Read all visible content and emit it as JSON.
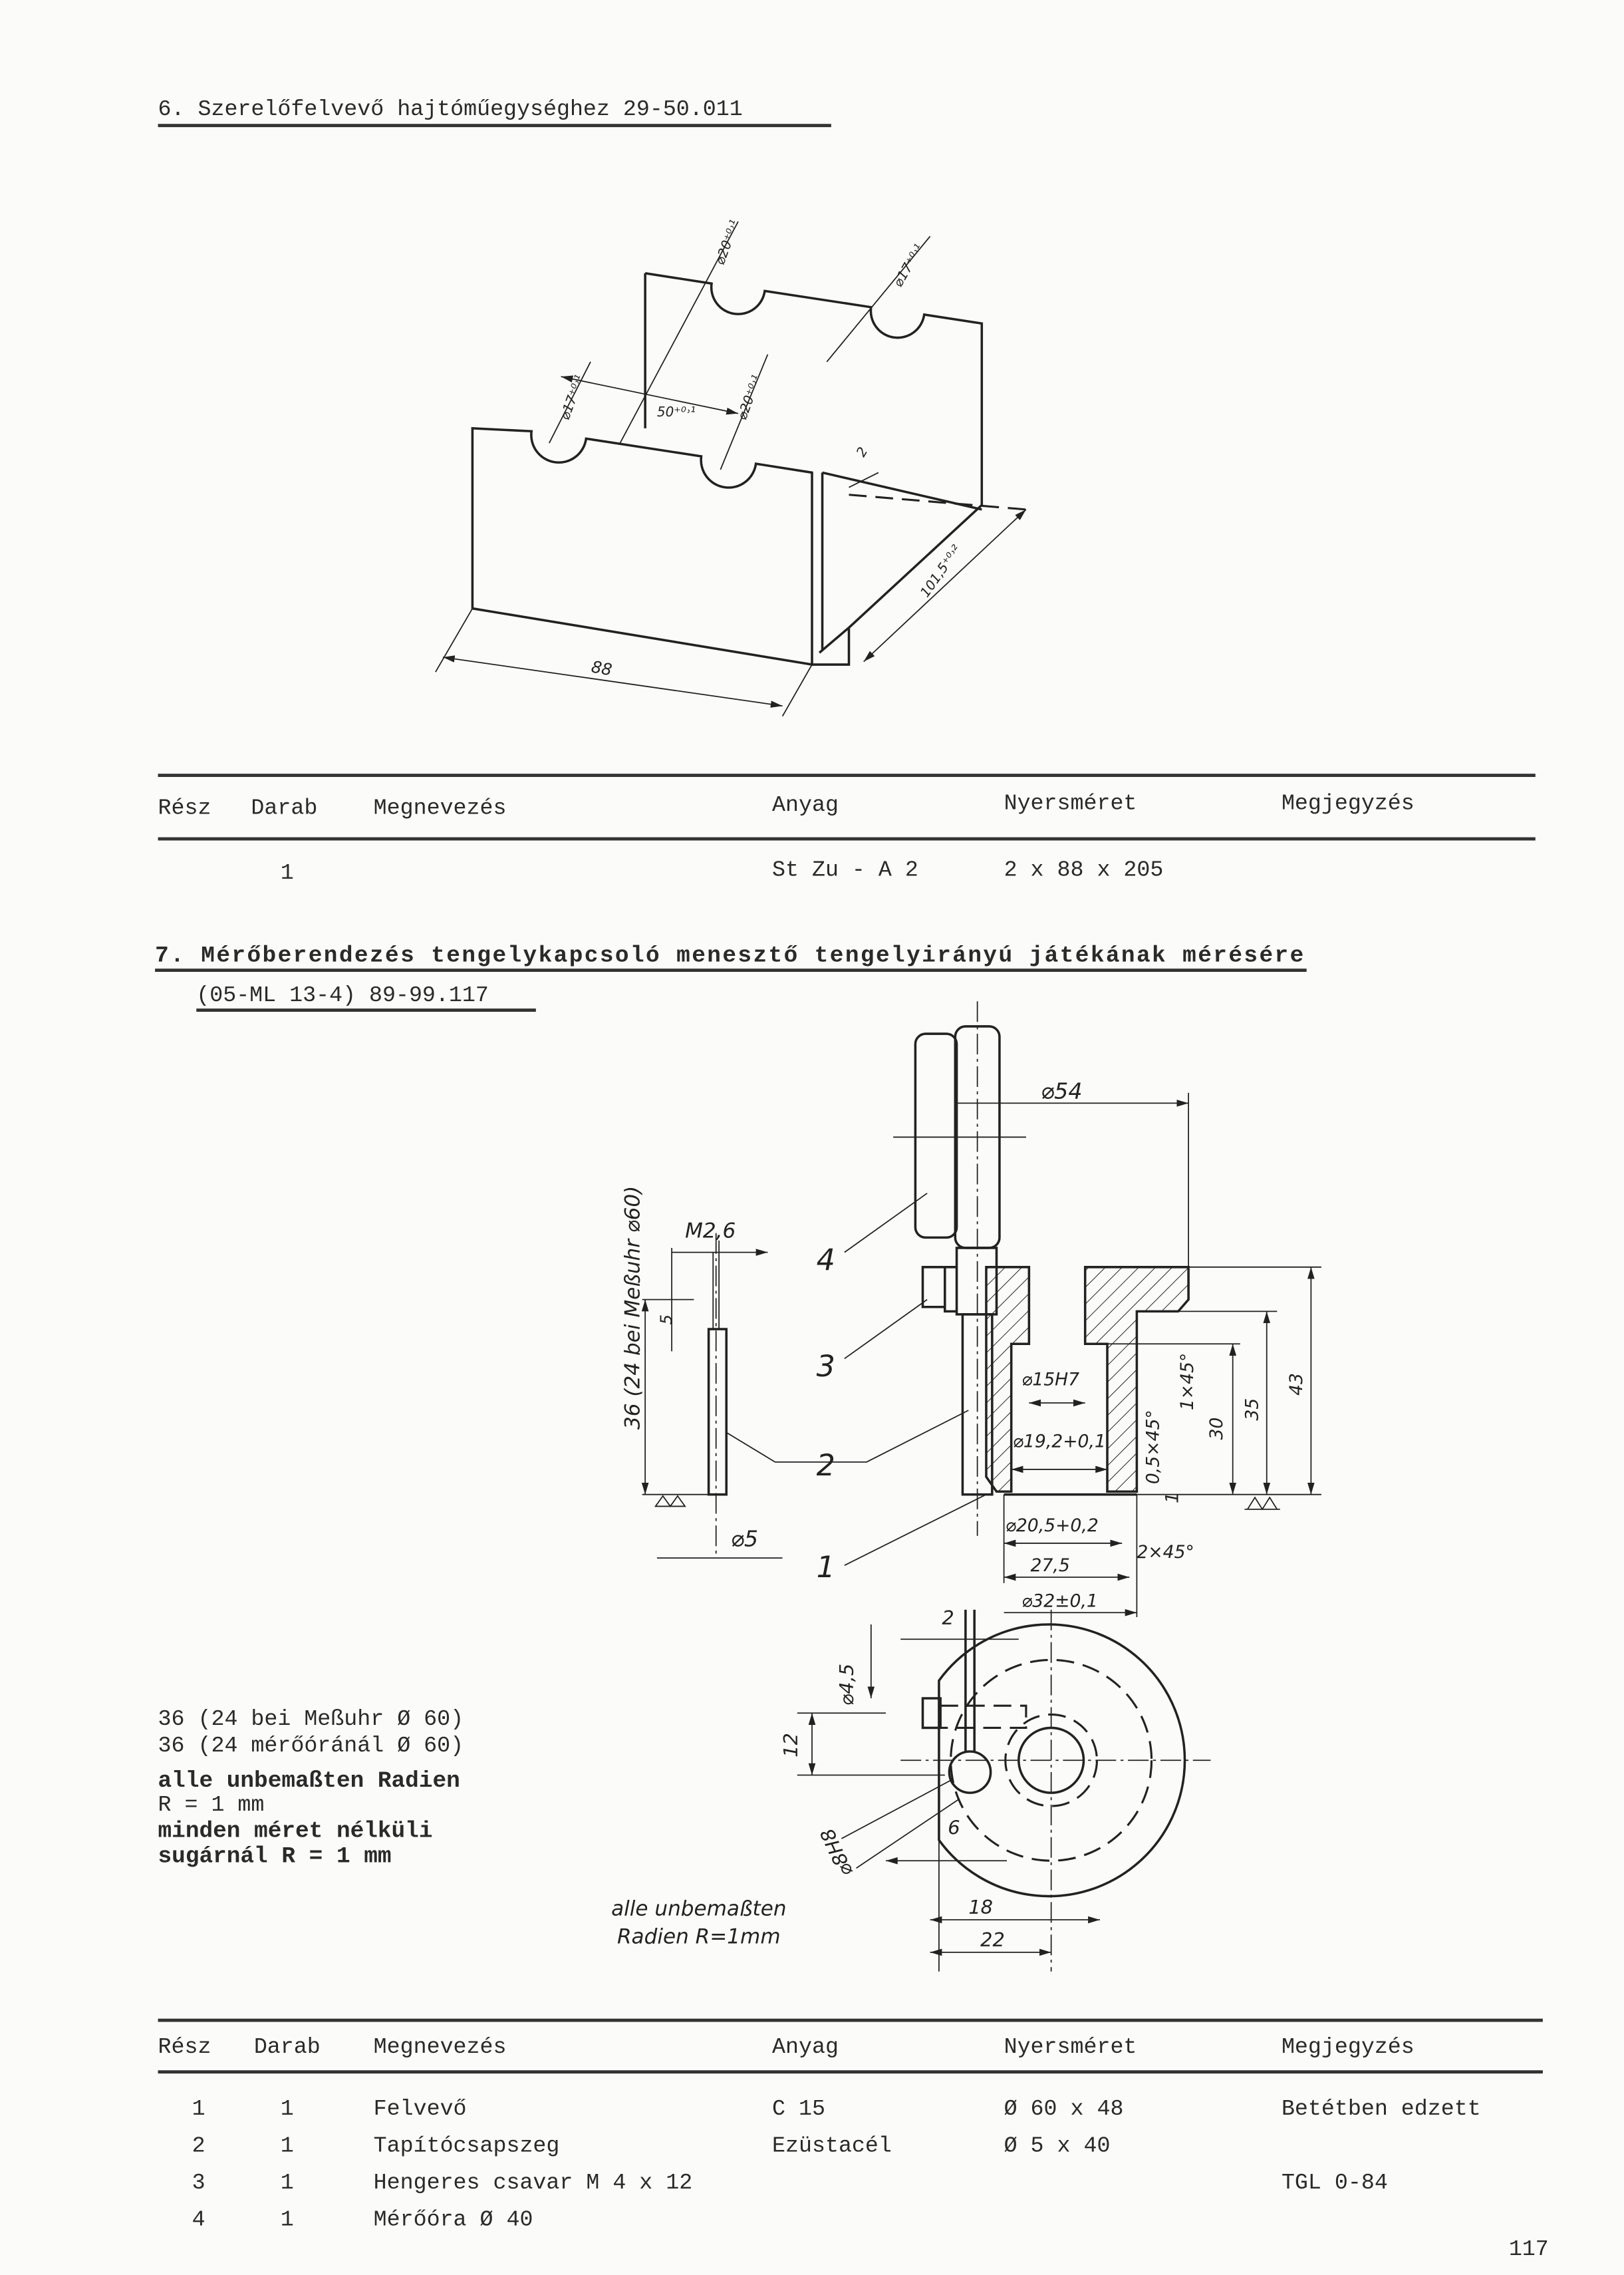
{
  "section6": {
    "title": "6. Szerelőfelvevő hajtóműegységhez 29-50.011",
    "drawing_labels": {
      "d17_left": "⌀17⁺⁰˒¹",
      "d20_left": "⌀20⁺⁰˒¹",
      "d20_back": "⌀20⁺⁰˒¹",
      "d17_back": "⌀17⁺⁰˒¹",
      "spacing": "50⁺⁰˒¹",
      "thickness": "2",
      "depth": "101,5⁺⁰˒²",
      "width": "88"
    },
    "table": {
      "headers": [
        "Rész",
        "Darab",
        "Megnevezés",
        "Anyag",
        "Nyersméret",
        "Megjegyzés"
      ],
      "rows": [
        {
          "resz": "",
          "darab": "1",
          "megnevezes": "",
          "anyag": "St Zu - A 2",
          "nyersmeret": "2 x 88 x 205",
          "megjegyzes": ""
        }
      ]
    }
  },
  "section7": {
    "title_line1": "7. Mérőberendezés tengelykapcsoló menesztő tengelyirányú játékának mérésére",
    "title_line2": "(05-ML 13-4) 89-99.117",
    "drawing_labels": {
      "d54": "⌀54",
      "m26": "M2,6",
      "five": "5",
      "len36": "36 (24 bei Meßuhr ⌀60)",
      "d5": "⌀5",
      "part4": "4",
      "part3": "3",
      "part2": "2",
      "part1": "1",
      "d15": "⌀15H7",
      "d192": "⌀19,2+0,1",
      "d205": "⌀20,5+0,2",
      "l275": "27,5",
      "d32": "⌀32±0,1",
      "ch2x45": "2×45°",
      "ch1x45": "1×45°",
      "ch05x45": "0,5×45°",
      "one": "1",
      "h30": "30",
      "h35": "35",
      "h43": "43",
      "w2": "2",
      "d45": "⌀4,5",
      "h12": "12",
      "d8h8": "⌀8H8",
      "w6": "6",
      "w18": "18",
      "w22": "22",
      "note_line1": "alle unbemaßten",
      "note_line2": "Radien R=1mm"
    },
    "notes": [
      "36 (24 bei Meßuhr Ø 60)",
      "36 (24 mérőóránál Ø 60)",
      "alle unbemaßten Radien",
      "R = 1 mm",
      "minden méret nélküli",
      "sugárnál R = 1 mm"
    ],
    "table": {
      "headers": [
        "Rész",
        "Darab",
        "Megnevezés",
        "Anyag",
        "Nyersméret",
        "Megjegyzés"
      ],
      "rows": [
        {
          "resz": "1",
          "darab": "1",
          "megnevezes": "Felvevő",
          "anyag": "C 15",
          "nyersmeret": "Ø 60 x 48",
          "megjegyzes": "Betétben edzett"
        },
        {
          "resz": "2",
          "darab": "1",
          "megnevezes": "Tapítócsapszeg",
          "anyag": "Ezüstacél",
          "nyersmeret": "Ø  5 x 40",
          "megjegyzes": ""
        },
        {
          "resz": "3",
          "darab": "1",
          "megnevezes": "Hengeres csavar M 4 x 12",
          "anyag": "",
          "nyersmeret": "",
          "megjegyzes": "TGL 0-84"
        },
        {
          "resz": "4",
          "darab": "1",
          "megnevezes": "Mérőóra Ø 40",
          "anyag": "",
          "nyersmeret": "",
          "megjegyzes": ""
        }
      ]
    }
  },
  "page_number": "117"
}
